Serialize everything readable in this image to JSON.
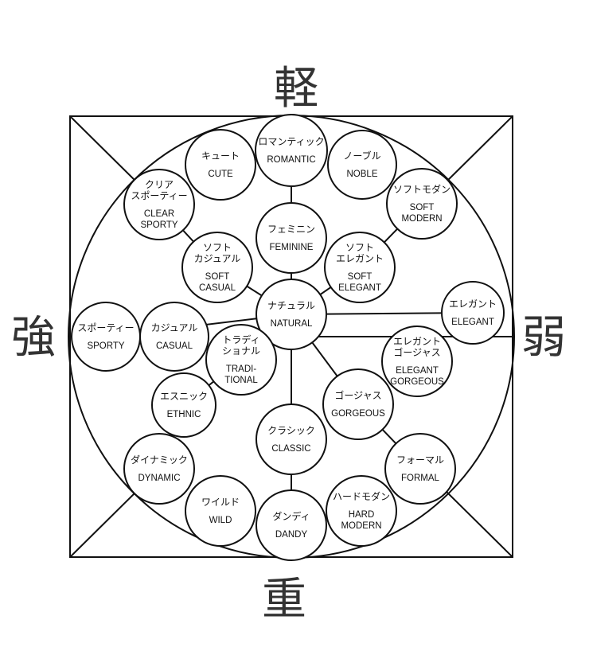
{
  "axes": {
    "top": "軽",
    "bottom": "重",
    "left": "強",
    "right": "弱"
  },
  "nodes": [
    {
      "id": "romantic",
      "jp": "ロマンティック",
      "en": "ROMANTIC"
    },
    {
      "id": "cute",
      "jp": "キュート",
      "en": "CUTE"
    },
    {
      "id": "noble",
      "jp": "ノーブル",
      "en": "NOBLE"
    },
    {
      "id": "clear-sporty",
      "jp": "クリア\nスポーティー",
      "en": "CLEAR\nSPORTY"
    },
    {
      "id": "soft-modern",
      "jp": "ソフトモダン",
      "en": "SOFT\nMODERN"
    },
    {
      "id": "feminine",
      "jp": "フェミニン",
      "en": "FEMININE"
    },
    {
      "id": "soft-casual",
      "jp": "ソフト\nカジュアル",
      "en": "SOFT\nCASUAL"
    },
    {
      "id": "soft-elegant",
      "jp": "ソフト\nエレガント",
      "en": "SOFT\nELEGANT"
    },
    {
      "id": "natural",
      "jp": "ナチュラル",
      "en": "NATURAL"
    },
    {
      "id": "elegant",
      "jp": "エレガント",
      "en": "ELEGANT"
    },
    {
      "id": "sporty",
      "jp": "スポーティー",
      "en": "SPORTY"
    },
    {
      "id": "casual",
      "jp": "カジュアル",
      "en": "CASUAL"
    },
    {
      "id": "traditional",
      "jp": "トラディ\nショナル",
      "en": "TRADI-\nTIONAL"
    },
    {
      "id": "elegant-gorgeous",
      "jp": "エレガント\nゴージャス",
      "en": "ELEGANT\nGORGEOUS"
    },
    {
      "id": "ethnic",
      "jp": "エスニック",
      "en": "ETHNIC"
    },
    {
      "id": "gorgeous",
      "jp": "ゴージャス",
      "en": "GORGEOUS"
    },
    {
      "id": "classic",
      "jp": "クラシック",
      "en": "CLASSIC"
    },
    {
      "id": "dynamic",
      "jp": "ダイナミック",
      "en": "DYNAMIC"
    },
    {
      "id": "formal",
      "jp": "フォーマル",
      "en": "FORMAL"
    },
    {
      "id": "wild",
      "jp": "ワイルド",
      "en": "WILD"
    },
    {
      "id": "dandy",
      "jp": "ダンディ",
      "en": "DANDY"
    },
    {
      "id": "hard-modern",
      "jp": "ハードモダン",
      "en": "HARD\nMODERN"
    }
  ],
  "links": [
    [
      "romantic",
      "feminine"
    ],
    [
      "feminine",
      "natural"
    ],
    [
      "soft-modern",
      "soft-elegant"
    ],
    [
      "soft-elegant",
      "natural"
    ],
    [
      "clear-sporty",
      "soft-casual"
    ],
    [
      "soft-casual",
      "natural"
    ],
    [
      "natural",
      "elegant"
    ],
    [
      "natural",
      "sporty"
    ],
    [
      "natural",
      "classic"
    ],
    [
      "classic",
      "dandy"
    ],
    [
      "natural",
      "gorgeous"
    ],
    [
      "gorgeous",
      "formal"
    ],
    [
      "traditional",
      "ethnic"
    ],
    [
      "ethnic",
      "dynamic"
    ]
  ]
}
